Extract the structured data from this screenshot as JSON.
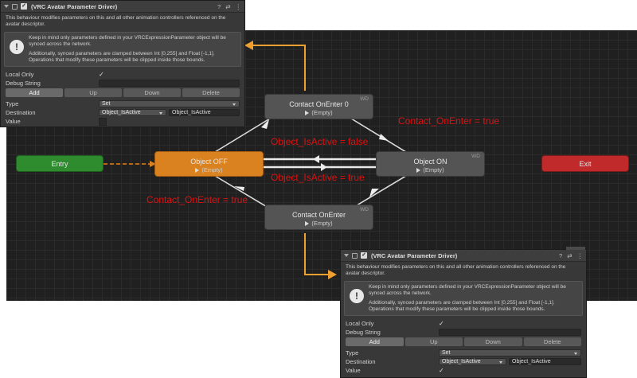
{
  "graph": {
    "states": {
      "entry": "Entry",
      "exit": "Exit",
      "object_off": {
        "name": "Object OFF",
        "motion": "(Empty)"
      },
      "object_on": {
        "name": "Object ON",
        "motion": "(Empty)",
        "wd": "WD"
      },
      "contact_enter_0": {
        "name": "Contact OnEnter 0",
        "motion": "(Empty)",
        "wd": "WD"
      },
      "contact_enter": {
        "name": "Contact OnEnter",
        "motion": "(Empty)",
        "wd": "WD"
      }
    },
    "labels": {
      "contact_true_top": "Contact_OnEnter = true",
      "isactive_false": "Object_IsActive = false",
      "isactive_true": "Object_IsActive = true",
      "contact_true_bottom": "Contact_OnEnter = true"
    },
    "colors": {
      "entry": "#2e8b2e",
      "exit": "#c02a2a",
      "object_off": "#d9821f",
      "arrow": "#f0a030",
      "label": "#e01010"
    }
  },
  "panel": {
    "title": "(VRC Avatar Parameter Driver)",
    "description": "This behaviour modifies parameters on this and all other animation controllers referenced on the avatar descriptor.",
    "help_line1": "Keep in mind only parameters defined in your VRCExpressionParameter object will be synced across the network.",
    "help_line2": "Additionally, synced parameters are clamped between Int [0,255] and Float [-1,1]. Operations that modify these parameters will be clipped inside those bounds.",
    "local_only_label": "Local Only",
    "local_only_value": "✓",
    "debug_string_label": "Debug String",
    "buttons": {
      "add": "Add",
      "up": "Up",
      "down": "Down",
      "delete": "Delete"
    },
    "type_label": "Type",
    "type_value": "Set",
    "destination_label": "Destination",
    "destination_value": "Object_IsActive",
    "destination_text": "Object_IsActive",
    "value_label": "Value",
    "value_checked_bottom": "✓",
    "header_icons": [
      "help-icon",
      "preset-icon",
      "more-icon"
    ]
  }
}
